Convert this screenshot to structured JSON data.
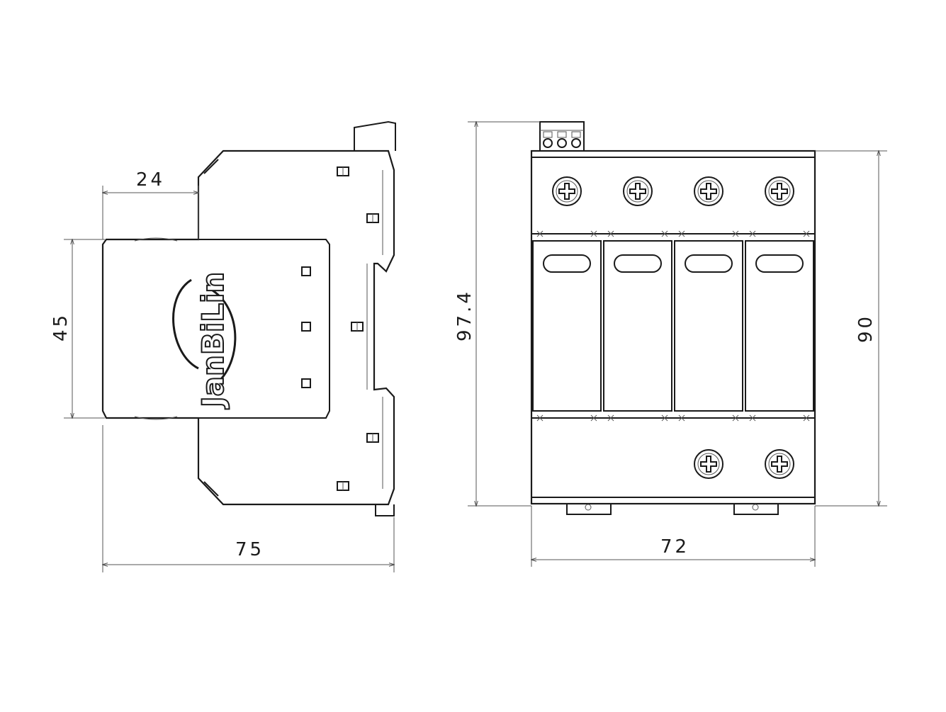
{
  "brand": {
    "logo": "JanBiLin"
  },
  "side_view": {
    "dimensions": {
      "top_width": "24",
      "height": "45",
      "total_width": "75"
    }
  },
  "front_view": {
    "dimensions": {
      "total_height": "97.4",
      "body_height": "90",
      "width": "72"
    },
    "pole_count": 4,
    "bottom_screw_count": 2
  },
  "colors": {
    "line": "#1a1a1a",
    "background": "#ffffff"
  }
}
